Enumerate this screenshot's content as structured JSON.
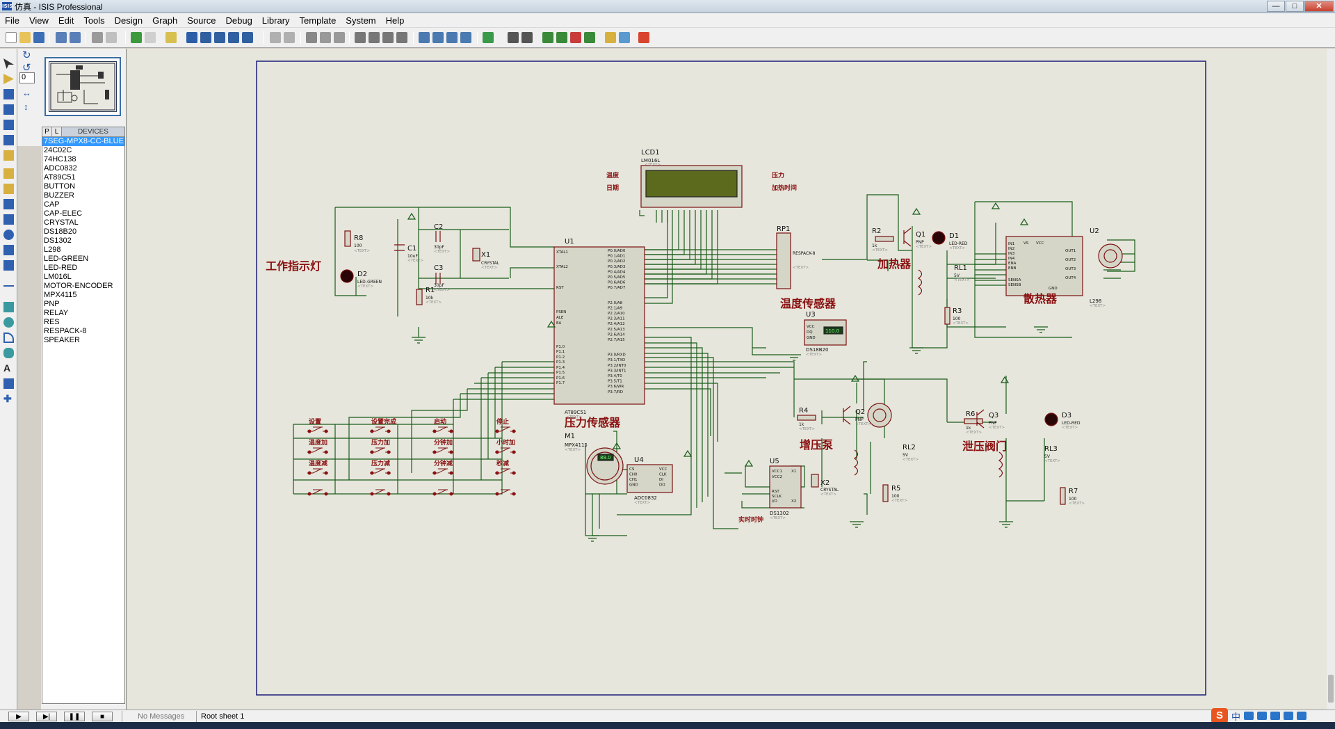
{
  "window": {
    "title": "仿真 - ISIS Professional",
    "icon_label": "ISIS",
    "controls": [
      "—",
      "□",
      "✕"
    ]
  },
  "menu": [
    "File",
    "View",
    "Edit",
    "Tools",
    "Design",
    "Graph",
    "Source",
    "Debug",
    "Library",
    "Template",
    "System",
    "Help"
  ],
  "panel": {
    "rotation_value": "0",
    "tabs": [
      "P",
      "L"
    ],
    "devices_title": "DEVICES",
    "devices": [
      "7SEG-MPX8-CC-BLUE",
      "24C02C",
      "74HC138",
      "ADC0832",
      "AT89C51",
      "BUTTON",
      "BUZZER",
      "CAP",
      "CAP-ELEC",
      "CRYSTAL",
      "DS18B20",
      "DS1302",
      "L298",
      "LED-GREEN",
      "LED-RED",
      "LM016L",
      "MOTOR-ENCODER",
      "MPX4115",
      "PNP",
      "RELAY",
      "RES",
      "RESPACK-8",
      "SPEAKER"
    ],
    "selected_device": "7SEG-MPX8-CC-BLUE"
  },
  "status": {
    "messages": "No Messages",
    "sheet": "Root sheet 1"
  },
  "ime": {
    "logo": "S",
    "lang": "中"
  },
  "schematic": {
    "labels": {
      "work_led": "工作指示灯",
      "heater": "加热器",
      "temp_sensor": "温度传感器",
      "fan": "散热器",
      "pressure_sensor": "压力传感器",
      "pump": "增压泵",
      "valve": "泄压阀门",
      "rtc": "实时时钟",
      "lcd_left1": "温度",
      "lcd_left2": "日期",
      "lcd_right1": "压力",
      "lcd_right2": "加热时间"
    },
    "buttons": [
      "设置",
      "设置完成",
      "启动",
      "停止",
      "温度加",
      "压力加",
      "分钟加",
      "小时加",
      "温度减",
      "压力减",
      "分钟减",
      "秒减",
      "",
      "",
      "",
      ""
    ],
    "refs": {
      "lcd": "LCD1",
      "lcd_type": "LM016L",
      "u1": "U1",
      "u1_type": "AT89C51",
      "u2": "U2",
      "u2_type": "L298",
      "u3": "U3",
      "u3_type": "DS18B20",
      "u3_display": "110.0",
      "u4": "U4",
      "u4_type": "ADC0832",
      "u5": "U5",
      "u5_type": "DS1302",
      "m1": "M1",
      "m1_type": "MPX4115",
      "m1_display": "88.0",
      "rp1": "RP1",
      "rp1_type": "RESPACK-8",
      "r1": "R1",
      "r1_val": "10k",
      "r2": "R2",
      "r2_val": "1k",
      "r3": "R3",
      "r3_val": "100",
      "r4": "R4",
      "r4_val": "1k",
      "r5": "R5",
      "r5_val": "100",
      "r6": "R6",
      "r6_val": "1k",
      "r7": "R7",
      "r7_val": "100",
      "r8": "R8",
      "r8_val": "100",
      "c1": "C1",
      "c1_val": "10uF",
      "c2": "C2",
      "c2_val": "30pF",
      "c3": "C3",
      "c3_val": "30pF",
      "x1": "X1",
      "x1_type": "CRYSTAL",
      "x2": "X2",
      "x2_type": "CRYSTAL",
      "d1": "D1",
      "d1_type": "LED-RED",
      "d2": "D2",
      "d2_type": "LED-GREEN",
      "d3": "D3",
      "d3_type": "LED-RED",
      "q1": "Q1",
      "q2": "Q2",
      "q3": "Q3",
      "q_type": "PNP",
      "rl1": "RL1",
      "rl2": "RL2",
      "rl3": "RL3",
      "rl_val": "5V",
      "text_tag": "<TEXT>"
    },
    "u1_pins_left": [
      "XTAL1",
      "XTAL2",
      "RST",
      "PSEN",
      "ALE",
      "EA",
      "P1.0",
      "P1.1",
      "P1.2",
      "P1.3",
      "P1.4",
      "P1.5",
      "P1.6",
      "P1.7"
    ],
    "u1_pins_right": [
      "P0.0/AD0",
      "P0.1/AD1",
      "P0.2/AD2",
      "P0.3/AD3",
      "P0.4/AD4",
      "P0.5/AD5",
      "P0.6/AD6",
      "P0.7/AD7",
      "P2.0/A8",
      "P2.1/A9",
      "P2.2/A10",
      "P2.3/A11",
      "P2.4/A12",
      "P2.5/A13",
      "P2.6/A14",
      "P2.7/A15",
      "P3.0/RXD",
      "P3.1/TXD",
      "P3.2/INT0",
      "P3.3/INT1",
      "P3.4/T0",
      "P3.5/T1",
      "P3.6/WR",
      "P3.7/RD"
    ],
    "u2_pins": [
      "IN1",
      "IN2",
      "IN3",
      "IN4",
      "ENA",
      "ENB",
      "SENSA",
      "SENSB",
      "VS",
      "VCC",
      "GND",
      "OUT1",
      "OUT2",
      "OUT3",
      "OUT4"
    ],
    "u4_pins": [
      "CS",
      "CH0",
      "CH1",
      "GND",
      "VCC",
      "CLK",
      "DI",
      "DO"
    ],
    "u5_pins": [
      "VCC1",
      "VCC2",
      "RST",
      "SCLK",
      "I/O",
      "X1",
      "X2"
    ],
    "u3_pins": [
      "VCC",
      "DQ",
      "GND"
    ]
  }
}
